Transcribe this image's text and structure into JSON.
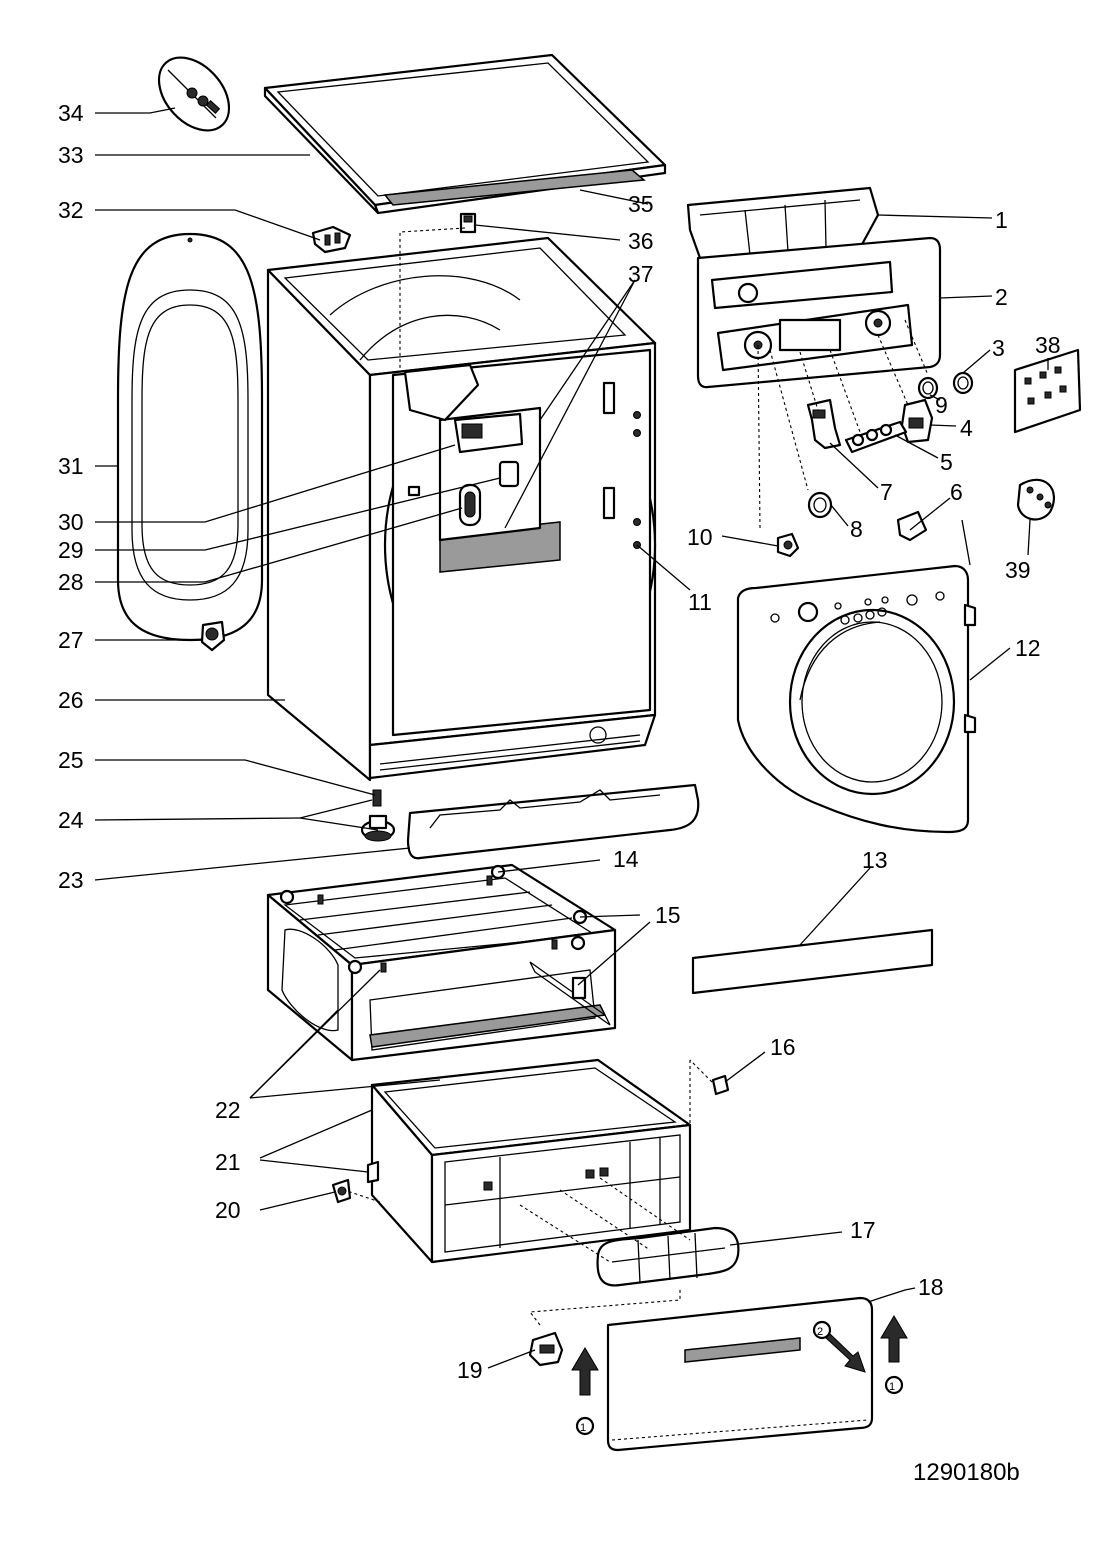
{
  "drawing_code": "1290180b",
  "callouts": [
    "1",
    "2",
    "3",
    "4",
    "5",
    "6",
    "7",
    "8",
    "9",
    "10",
    "11",
    "12",
    "13",
    "14",
    "15",
    "16",
    "17",
    "18",
    "19",
    "20",
    "21",
    "22",
    "23",
    "24",
    "25",
    "26",
    "27",
    "28",
    "29",
    "30",
    "31",
    "32",
    "33",
    "34",
    "35",
    "36",
    "37",
    "38",
    "39"
  ],
  "arrow_marks": [
    "1",
    "1",
    "2"
  ]
}
